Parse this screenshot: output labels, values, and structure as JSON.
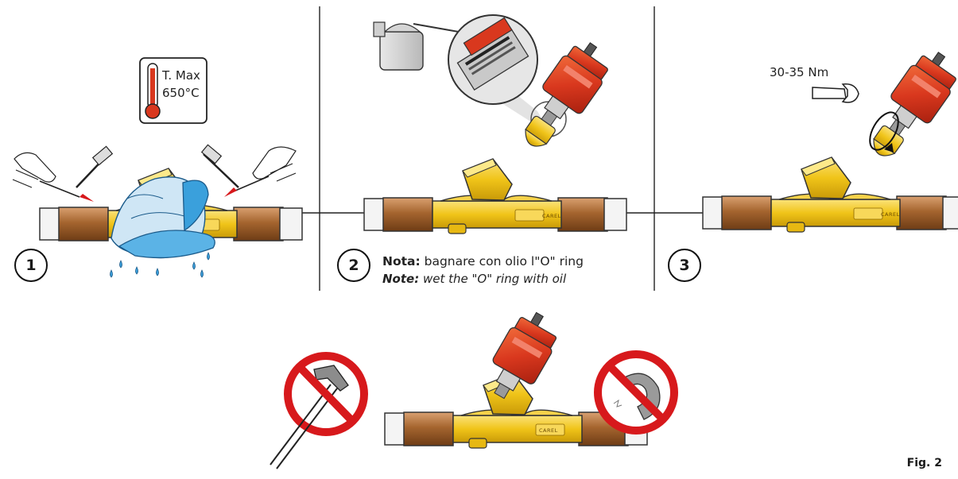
{
  "steps": [
    {
      "number": "1"
    },
    {
      "number": "2"
    },
    {
      "number": "3"
    }
  ],
  "temperature_badge": {
    "line1": "T. Max",
    "line2": "650°C",
    "icon": "thermometer-icon"
  },
  "torque_label": "30-35 Nm",
  "note": {
    "it_label": "Nota:",
    "it_text": " bagnare con olio l\"O\" ring",
    "en_label": "Note:",
    "en_text": " wet the \"O\" ring with oil"
  },
  "brand_text": "CAREL",
  "figure_label": "Fig. 2",
  "prohibitions": [
    "no-hammer-icon",
    "no-magnet-icon"
  ],
  "colors": {
    "brass": "#f0c419",
    "brass_dark": "#b8860b",
    "copper": "#b5763f",
    "coil_red": "#d9381e",
    "water_blue": "#3aa0dc",
    "prohibit_red": "#d7191c"
  }
}
